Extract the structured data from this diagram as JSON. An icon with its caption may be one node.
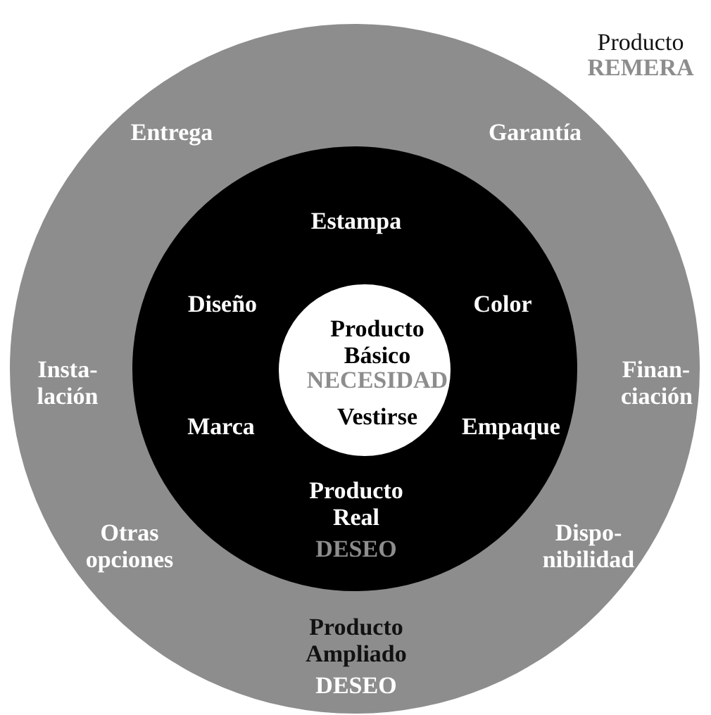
{
  "diagram": {
    "nodes": [
      {
        "text": [
          "Entrega",
          "Garantía",
          "Insta- lación",
          "Finan- ciación",
          "Otras opciones",
          "Dispo- nibilidad",
          "Producto Ampliado",
          "DESEO"
        ]
      },
      {
        "text": [
          "Estampa",
          "Diseño",
          "Color",
          "Marca",
          "Empaque",
          "Producto Real",
          "DESEO"
        ],
        "in": 0
      },
      {
        "text": [
          "Producto Básico",
          "NECESIDAD",
          "Vestirse"
        ],
        "in": 1
      }
    ],
    "edges": [],
    "labels": [
      "Producto",
      "REMERA"
    ]
  }
}
